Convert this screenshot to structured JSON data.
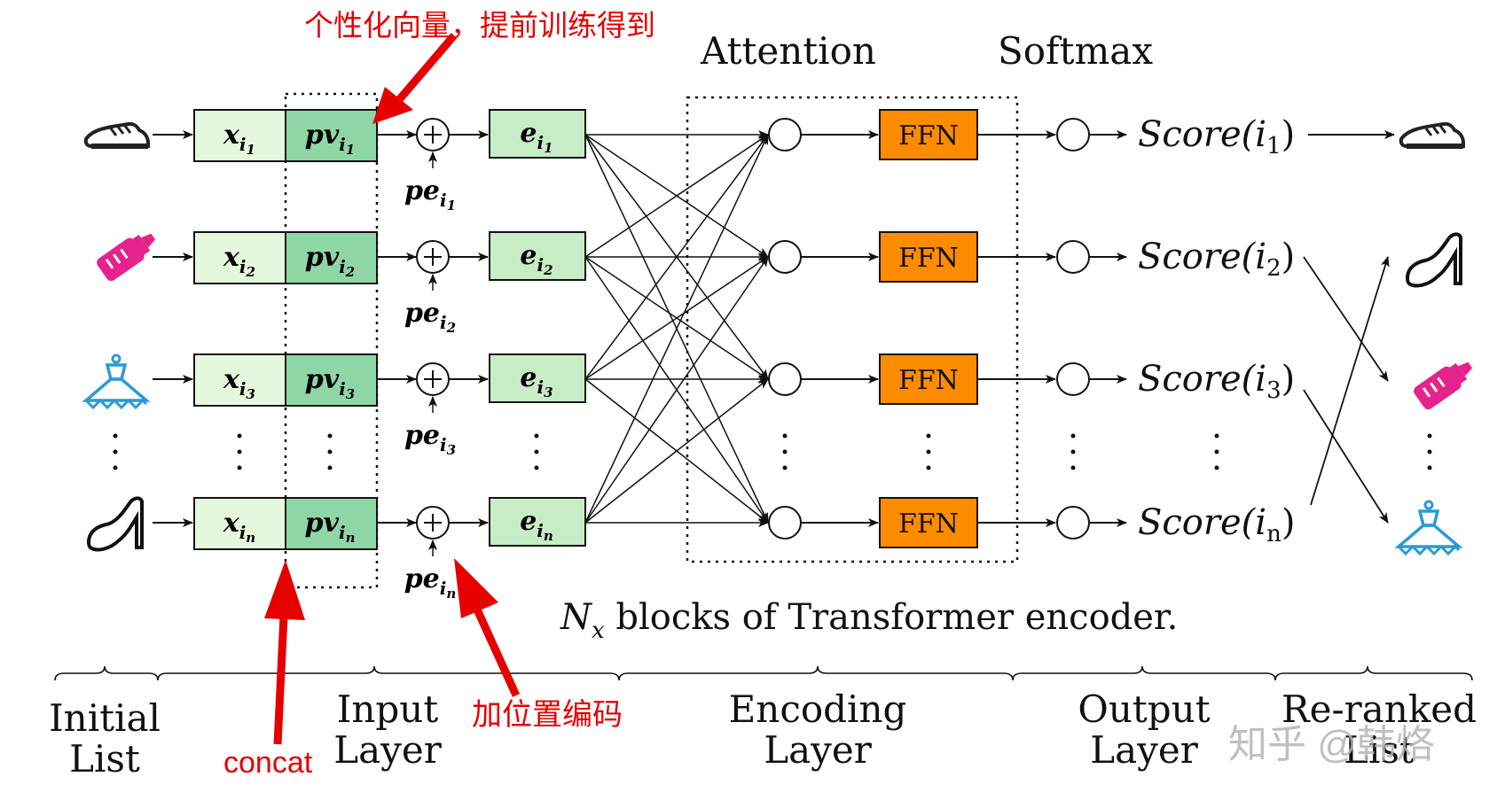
{
  "colors": {
    "feature_box": "#e5f7dd",
    "pv_box": "#8fd6a6",
    "embed_box": "#c8ecc5",
    "ffn_box": "#ff8c00",
    "annotation_red": "#e60000",
    "bottle_pink": "#e6228c",
    "dress_blue": "#2b9ad6",
    "watermark": "#b5b5b5"
  },
  "icons": {
    "item_1": "sneaker-icon",
    "item_2": "baby-bottle-icon",
    "item_3": "dress-icon",
    "item_n": "high-heel-icon"
  },
  "header": {
    "attention": "Attention",
    "softmax": "Softmax"
  },
  "rows": [
    {
      "x_base": "x",
      "x_sub": "i",
      "x_subsub": "1",
      "pv_base": "pv",
      "pv_sub": "i",
      "pv_subsub": "1",
      "pe_base": "pe",
      "pe_sub": "i",
      "pe_subsub": "1",
      "e_base": "e",
      "e_sub": "i",
      "e_subsub": "1",
      "ffn": "FFN",
      "score_text": "Score(",
      "score_i": "i",
      "score_sub": "1",
      "score_close": ")"
    },
    {
      "x_base": "x",
      "x_sub": "i",
      "x_subsub": "2",
      "pv_base": "pv",
      "pv_sub": "i",
      "pv_subsub": "2",
      "pe_base": "pe",
      "pe_sub": "i",
      "pe_subsub": "2",
      "e_base": "e",
      "e_sub": "i",
      "e_subsub": "2",
      "ffn": "FFN",
      "score_text": "Score(",
      "score_i": "i",
      "score_sub": "2",
      "score_close": ")"
    },
    {
      "x_base": "x",
      "x_sub": "i",
      "x_subsub": "3",
      "pv_base": "pv",
      "pv_sub": "i",
      "pv_subsub": "3",
      "pe_base": "pe",
      "pe_sub": "i",
      "pe_subsub": "3",
      "e_base": "e",
      "e_sub": "i",
      "e_subsub": "3",
      "ffn": "FFN",
      "score_text": "Score(",
      "score_i": "i",
      "score_sub": "3",
      "score_close": ")"
    },
    {
      "x_base": "x",
      "x_sub": "i",
      "x_subsub": "n",
      "pv_base": "pv",
      "pv_sub": "i",
      "pv_subsub": "n",
      "pe_base": "pe",
      "pe_sub": "i",
      "pe_subsub": "n",
      "e_base": "e",
      "e_sub": "i",
      "e_subsub": "n",
      "ffn": "FFN",
      "score_text": "Score(",
      "score_i": "i",
      "score_sub": "n",
      "score_close": ")"
    }
  ],
  "caption": {
    "nx_base": "N",
    "nx_sub": "x",
    "rest": " blocks of Transformer encoder."
  },
  "sections": {
    "initial_list_1": "Initial",
    "initial_list_2": "List",
    "input_layer_1": "Input",
    "input_layer_2": "Layer",
    "encoding_layer_1": "Encoding",
    "encoding_layer_2": "Layer",
    "output_layer_1": "Output",
    "output_layer_2": "Layer",
    "reranked_list_1": "Re-ranked",
    "reranked_list_2": "List"
  },
  "annotations": {
    "personalized_vector": "个性化向量，提前训练得到",
    "add_position_encoding": "加位置编码",
    "concat": "concat"
  },
  "watermark": "知乎 @韩烙"
}
